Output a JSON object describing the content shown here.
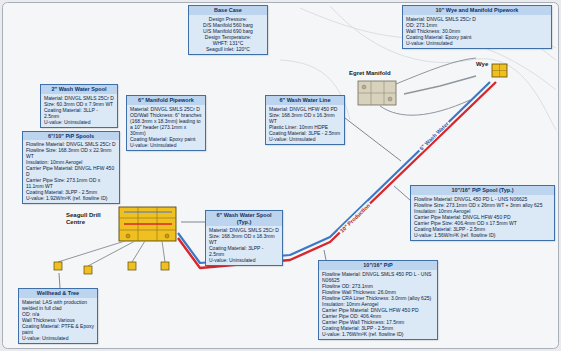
{
  "diagram": {
    "nodes": [
      {
        "text": [
          "Base Case",
          "Design Pressure:",
          "D/S Manifold 560 barg",
          "U/S Manifold 690 barg",
          "Design Temperature:",
          "WHFT: 131°C",
          "Seagull inlet: 120°C"
        ]
      },
      {
        "text": [
          "10\" Wye and Manifold Pipework",
          "Material: DNVGL SMLS 25Cr D",
          "OD: 273.1mm",
          "Wall Thickness: 30.0mm",
          "Coating Material: Epoxy paint",
          "U-value: Uninsulated"
        ]
      },
      {
        "text": [
          "Egret Manifold"
        ]
      },
      {
        "text": [
          "Wye"
        ]
      },
      {
        "text": [
          "2\" Wash Water Spool",
          "Material: DNVGL SMLS 25Cr D",
          "Size: 60.3mm OD x 7.9mm WT",
          "Coating Material: 3LLP - 2.5mm",
          "U-value: Uninsulated"
        ]
      },
      {
        "text": [
          "6\" Manifold Pipework",
          "Material: DNVGL SMLS 25Cr D",
          "OD/Wall Thickness: 6\" branches (168.3mm x 18.3mm) leading to a 10\" header (273.1mm x 30mm)",
          "Coating Material: Epoxy paint",
          "U-value: Uninsulated"
        ]
      },
      {
        "text": [
          "6\" Wash Water Line",
          "Material: DNVGL HFW 450 PD",
          "Size: 168.3mm OD x 16.3mm WT",
          "Plastic Liner: 10mm HDPE",
          "Coating Material: 3LPE - 2.5mm",
          "U-value: Uninsulated"
        ]
      },
      {
        "text": [
          "6\"/10\" PiP Spools",
          "Flowline Material: DNVGL SMLS 25Cr D",
          "Flowline Size: 168.3mm OD x 22.9mm WT",
          "Insulation: 10mm Aerogel",
          "Carrier Pipe Material: DNVGL HFW 450 D",
          "Carrier Pipe Size: 273.1mm OD x 11.1mm WT",
          "Coating Material: 3LPP - 2.5mm",
          "U-value: 1.92W/m²K (ref. flowline ID)"
        ]
      },
      {
        "text": [
          "Seagull Drill Centre"
        ]
      },
      {
        "text": [
          "10\"/16\" PiP Spool (Typ.)",
          "Flowline Material: DNVGL 450 PD L - UNS N06625",
          "Flowline Size: 273.1mm OD x 26mm WT + 3mm alloy 625",
          "Insulation: 10mm Aerogel",
          "Carrier Pipe Material: DNVGL HFW 450 PD",
          "Carrier Pipe Size: 406.4mm OD x 17.5mm WT",
          "Coating Material: 3LPP - 2.5mm",
          "U-value: 1.56W/m²K (ref. flowline ID)"
        ]
      },
      {
        "text": [
          "6\" Wash Water Spool (Typ.)",
          "Material: DNVGL SMLS 25Cr D",
          "Size: 168.3mm OD x 18.3mm WT",
          "Coating Material: 3LPP - 2.5mm",
          "U-value: Uninsulated"
        ]
      },
      {
        "text": [
          "Wellhead & Tree",
          "Material: LAS with production welded in full clad",
          "OD: n/a",
          "Wall Thickness: Various",
          "Coating Material: PTFE & Epoxy paint",
          "U-value: Uninsulated"
        ]
      },
      {
        "text": [
          "10\"/16\" PiP",
          "Flowline Material: DNVGL SMLS 450 PD L - UNS N06625",
          "Flowline OD: 273.1mm",
          "Flowline Wall Thickness: 26.0mm",
          "Flowline CRA Liner Thickness: 3.0mm (alloy 625)",
          "Insulation: 10mm Aerogel",
          "Carrier Pipe Material: DNVGL HFW 450 PD",
          "Carrier Pipe OD: 406.4mm",
          "Carrier Pipe Wall Thickness: 17.5mm",
          "Coating Material: 3LPP - 2.5mm",
          "U-value: 1.76W/m²K (ref. flowline ID)"
        ]
      }
    ],
    "edges": [
      {
        "from": 8,
        "to": 3,
        "arrow": "none",
        "label": "10\" Production"
      },
      {
        "from": 8,
        "to": 3,
        "arrow": "none",
        "label": "6\" Wash Water"
      },
      {
        "from": 2,
        "to": 3,
        "arrow": "none"
      }
    ]
  }
}
